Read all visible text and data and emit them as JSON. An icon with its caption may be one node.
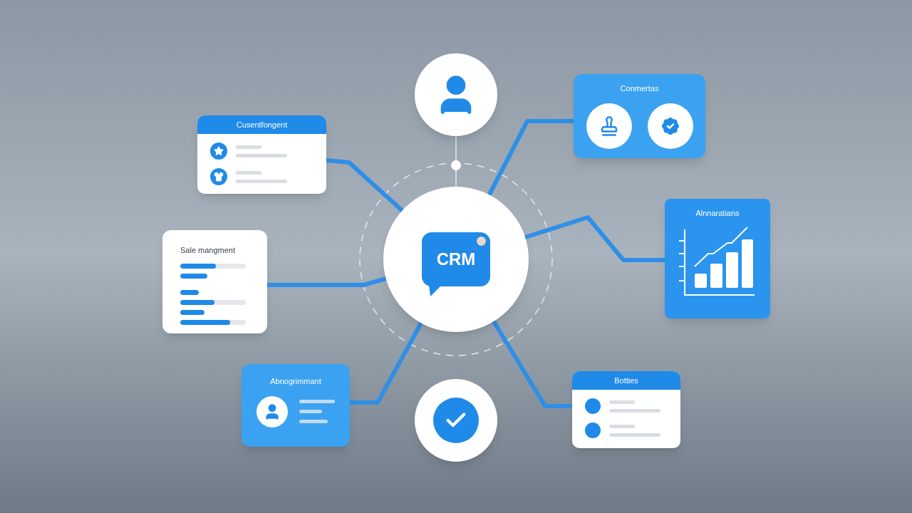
{
  "diagram": {
    "nodes": [
      {
        "text": [
          "CRM"
        ]
      },
      {
        "text": [],
        "shape": "circle"
      },
      {
        "text": [
          "Cusentfongent"
        ]
      },
      {
        "text": [
          "Conmertas"
        ]
      },
      {
        "text": [
          "Sale mangment"
        ]
      },
      {
        "text": [
          "Alnnaratians"
        ]
      },
      {
        "text": [
          "Abnogrimmant"
        ]
      },
      {
        "text": [],
        "shape": "circle"
      },
      {
        "text": [
          "Botties"
        ]
      }
    ],
    "edges": [
      {
        "from": 2,
        "to": 0,
        "arrow": "none"
      },
      {
        "from": 3,
        "to": 0,
        "arrow": "none"
      },
      {
        "from": 4,
        "to": 0,
        "arrow": "none"
      },
      {
        "from": 5,
        "to": 0,
        "arrow": "none"
      },
      {
        "from": 6,
        "to": 0,
        "arrow": "none"
      },
      {
        "from": 8,
        "to": 0,
        "arrow": "none"
      },
      {
        "from": 1,
        "to": 0,
        "arrow": "none",
        "color": "#e2e8f0"
      }
    ]
  }
}
